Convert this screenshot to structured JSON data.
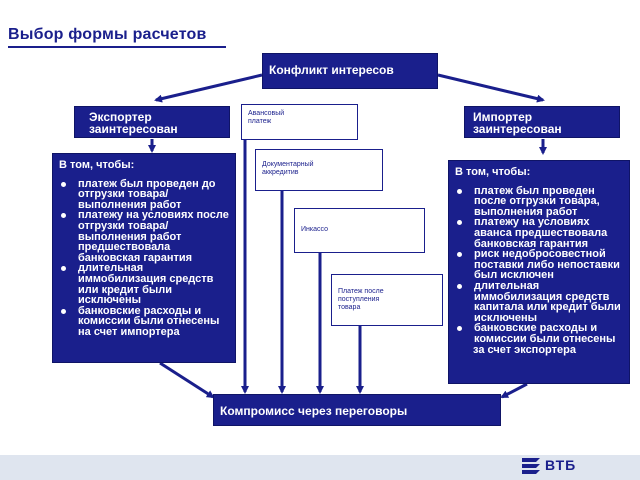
{
  "page": {
    "title": "Выбор формы расчетов"
  },
  "boxes": {
    "conflict": "Конфликт интересов",
    "exporter": "Экспортер\nзаинтересован",
    "importer": "Импортер\nзаинтересован",
    "compromise": "Компромисс через переговоры"
  },
  "exporter_detail": {
    "lead": "В том, чтобы:",
    "items": [
      "платеж был проведен до отгрузки товара/ выполнения работ",
      "платежу на условиях после отгрузки товара/ выполнения работ предшествовала банковская гарантия",
      "длительная иммобилизация средств или кредит были исключены",
      "банковские расходы и комиссии были отнесены"
    ],
    "tail": "на счет импортера"
  },
  "importer_detail": {
    "lead": "В том, чтобы:",
    "items": [
      "платеж был проведен после отгрузки товара, выполнения работ",
      "платежу на условиях аванса предшествовала банковская гарантия",
      "риск недобросовестной поставки либо непоставки был исключен",
      "длительная иммобилизация средств капитала или кредит были    исключены",
      "банковские расходы и комиссии были отнесены"
    ],
    "tail": "за счет экспортера"
  },
  "payment_forms": [
    "Авансовый\nплатеж",
    "Документарный\nаккредитив",
    "Инкассо",
    "Платеж после\nпоступления\nтовара"
  ],
  "logo": {
    "text": "ВТБ"
  },
  "colors": {
    "navy": "#1a1f8c",
    "footer": "#dfe5ef"
  }
}
